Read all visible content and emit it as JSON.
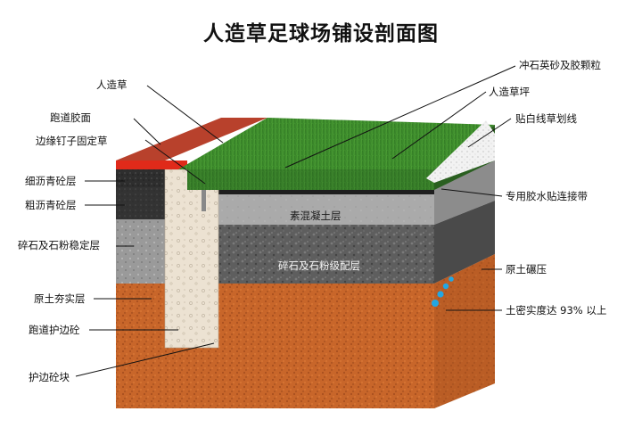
{
  "title": "人造草足球场铺设剖面图",
  "labels": {
    "artificial_grass": "人造草",
    "track_glue_surface": "跑道胶面",
    "edge_nail_grass": "边缘钉子固定草",
    "fine_asphalt": "细沥青砼层",
    "coarse_asphalt": "粗沥青砼层",
    "gravel_stable_left": "碎石及石粉稳定层",
    "rammed_soil": "原土夯实层",
    "track_curb": "跑道护边砼",
    "curb_block": "护边砼块",
    "quartz_rubber": "冲石英砂及胶颗粒",
    "turf": "人造草坪",
    "white_line": "贴白线草划线",
    "glue_tape": "专用胶水贴连接带",
    "plain_concrete": "素混凝土层",
    "gravel_graded": "碎石及石粉级配层",
    "native_soil_rolled": "原土碾压",
    "compaction": "土密实度达 93% 以上"
  },
  "colors": {
    "grass_top": "#3f8f2f",
    "grass_side": "#2f6e24",
    "track_red": "#b8412c",
    "track_stripe": "#e02a1a",
    "soil": "#c8662a",
    "soil_dark": "#9a4a1c",
    "gravel": "#5b5b5b",
    "concrete": "#a9a9a9",
    "curb": "#e9dccb"
  }
}
